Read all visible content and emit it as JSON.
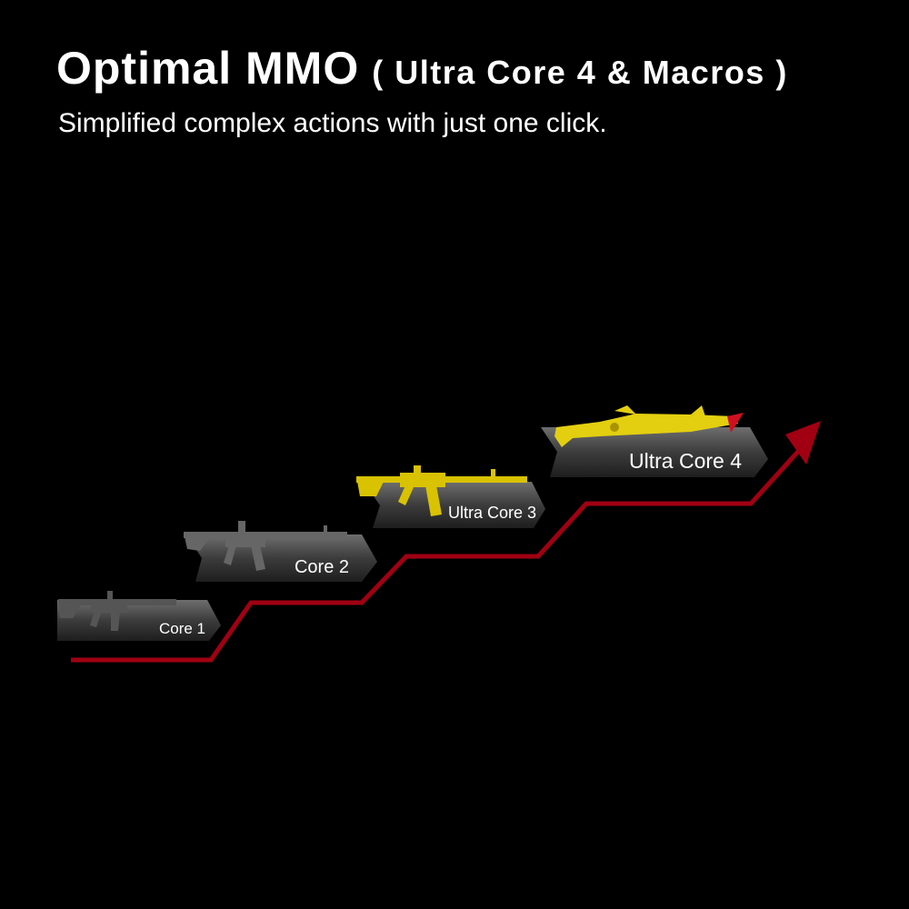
{
  "header": {
    "title": "Optimal MMO",
    "title_suffix": "( Ultra Core 4 & Macros )",
    "subtitle": "Simplified complex actions with just one click."
  },
  "levels": [
    {
      "label": "Core 1",
      "weapon_color": "#5a5a5a"
    },
    {
      "label": "Core 2",
      "weapon_color": "#6a6a6a"
    },
    {
      "label": "Ultra Core 3",
      "weapon_color": "#d9c200"
    },
    {
      "label": "Ultra Core 4",
      "weapon_color": "#e3cf10"
    }
  ],
  "colors": {
    "progress_line": "#a00012",
    "background": "#000000"
  }
}
